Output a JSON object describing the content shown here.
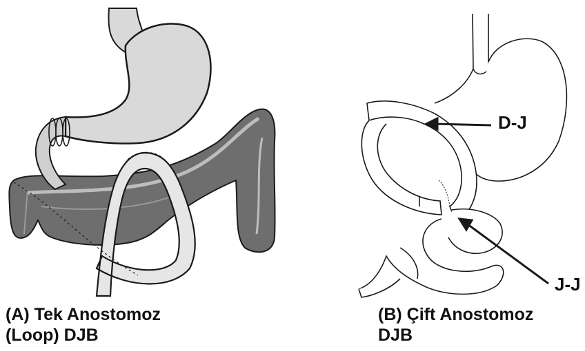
{
  "panels": [
    {
      "id": "A",
      "caption_line1": "(A) Tek Anostomoz",
      "caption_line2": "(Loop) DJB"
    },
    {
      "id": "B",
      "caption_line1": "(B) Çift Anostomoz",
      "caption_line2": "DJB",
      "labels": {
        "dj": "D-J",
        "jj": "J-J"
      }
    }
  ],
  "colors": {
    "stomach_fill": "#d9d9d9",
    "colon_fill": "#6e6e6e",
    "intestine_fill": "#cfcfcf",
    "outline": "#1a1a1a"
  }
}
